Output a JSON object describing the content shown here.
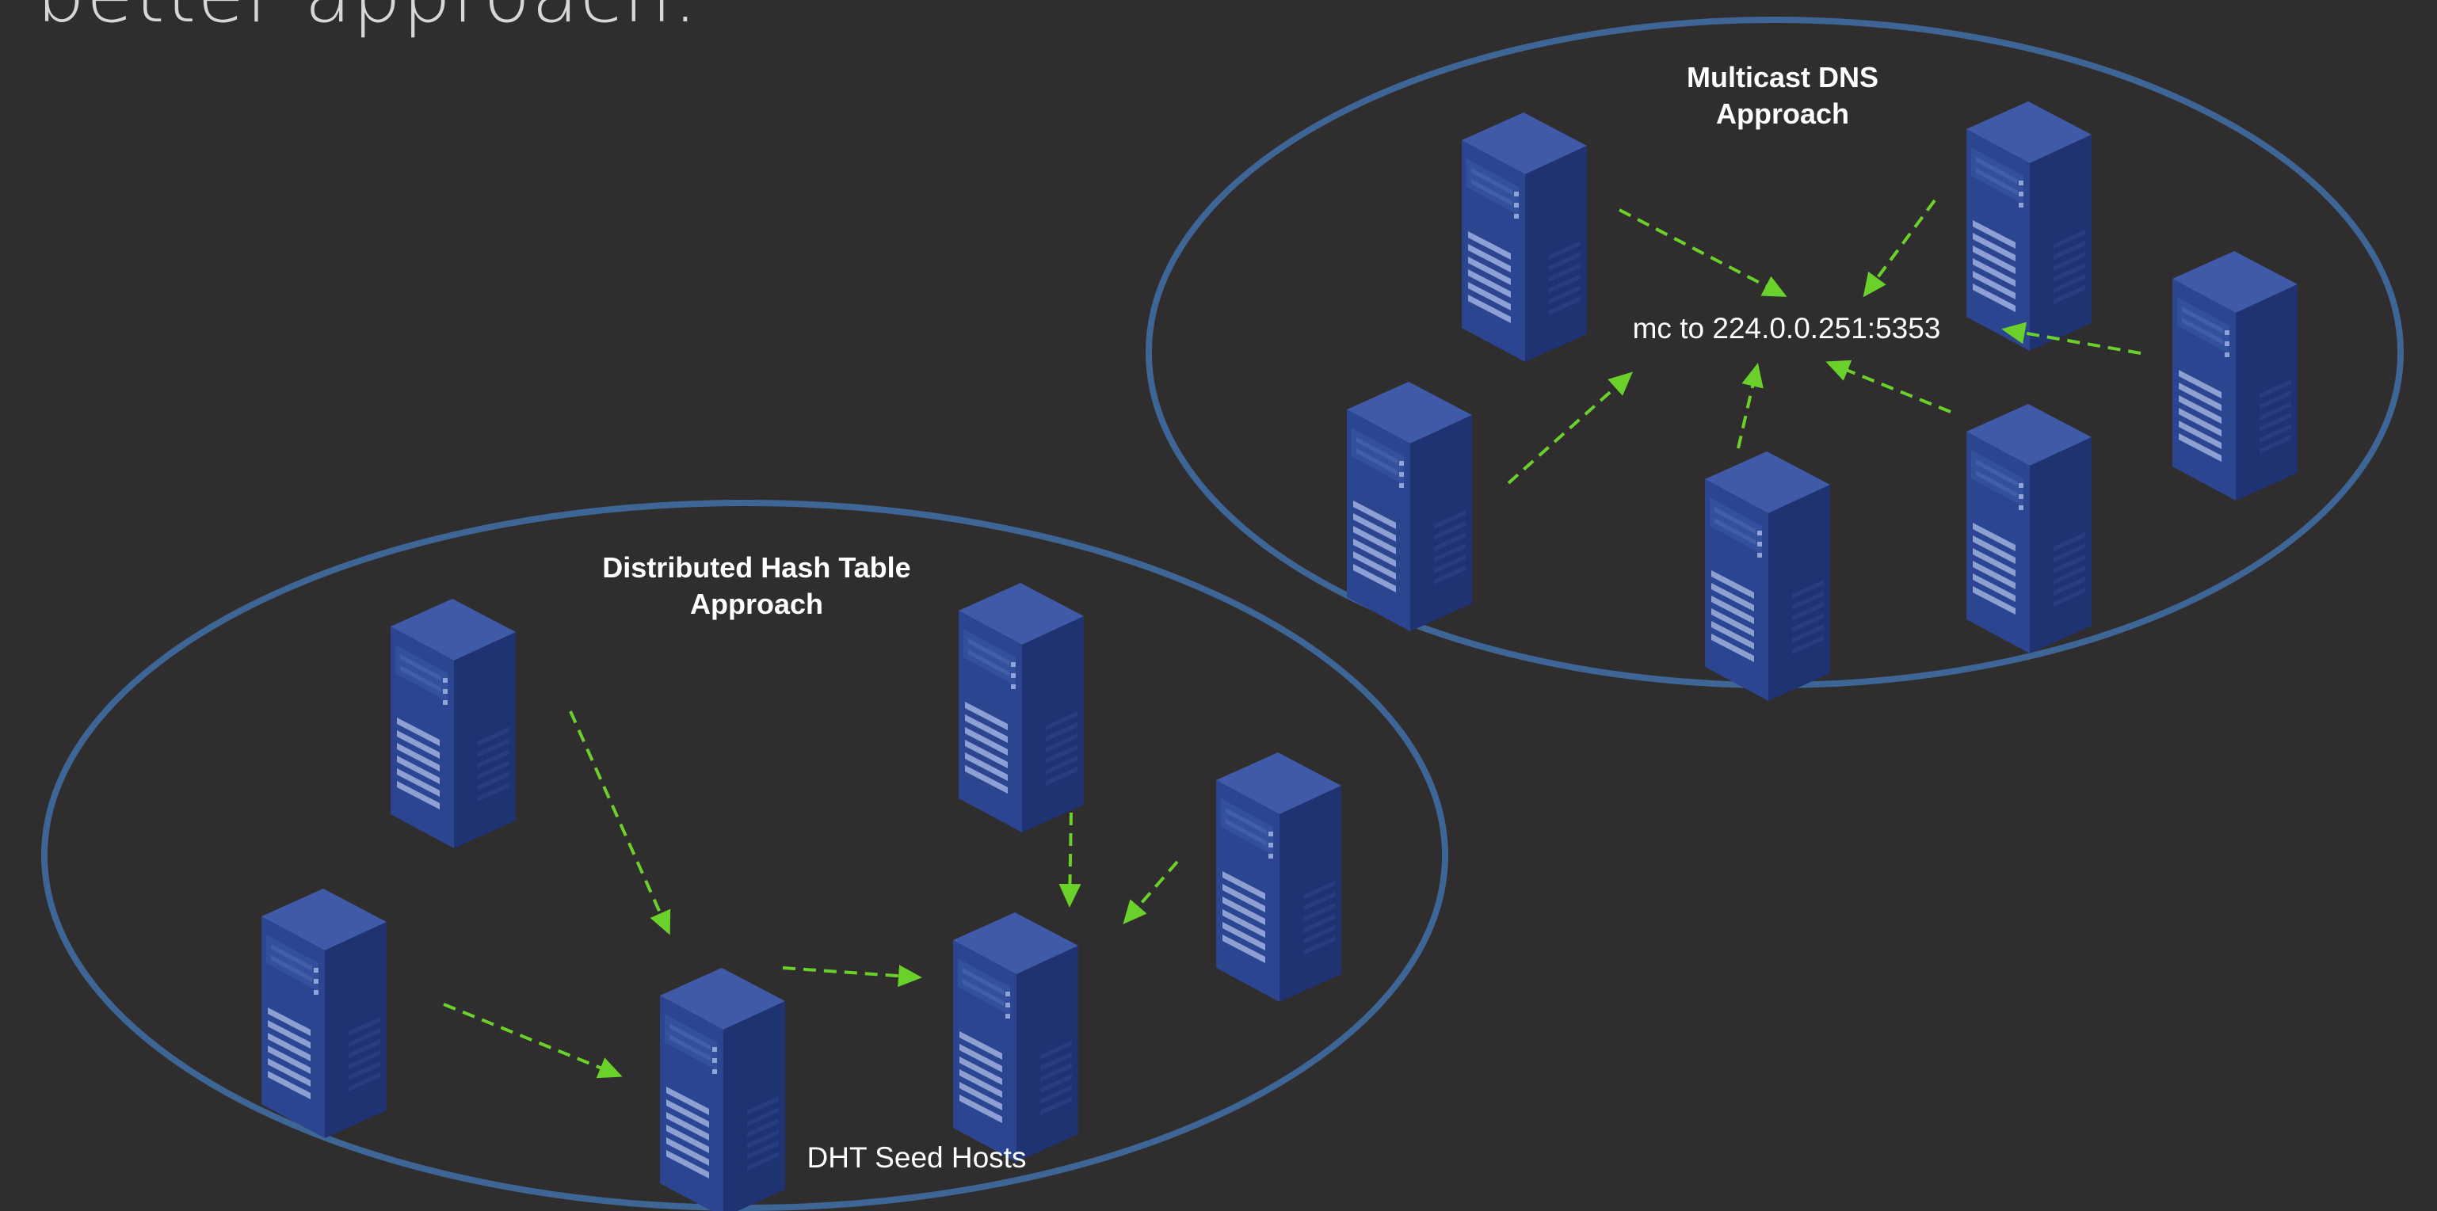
{
  "slide": {
    "heading": "better approach."
  },
  "colors": {
    "background": "#2f2d2e",
    "ellipse_stroke": "#3d6697",
    "arrow": "#6ad12b",
    "server_front": "#2b4590",
    "server_side": "#1f3271",
    "server_top": "#3f5ba8"
  },
  "mdns_group": {
    "title_line1": "Multicast DNS",
    "title_line2": "Approach",
    "multicast_address": "mc to 224.0.0.251:5353",
    "server_icon": "server-tower-icon"
  },
  "dht_group": {
    "title_line1": "Distributed Hash Table",
    "title_line2": "Approach",
    "seed_hosts_label": "DHT Seed Hosts",
    "server_icon": "server-tower-icon"
  }
}
